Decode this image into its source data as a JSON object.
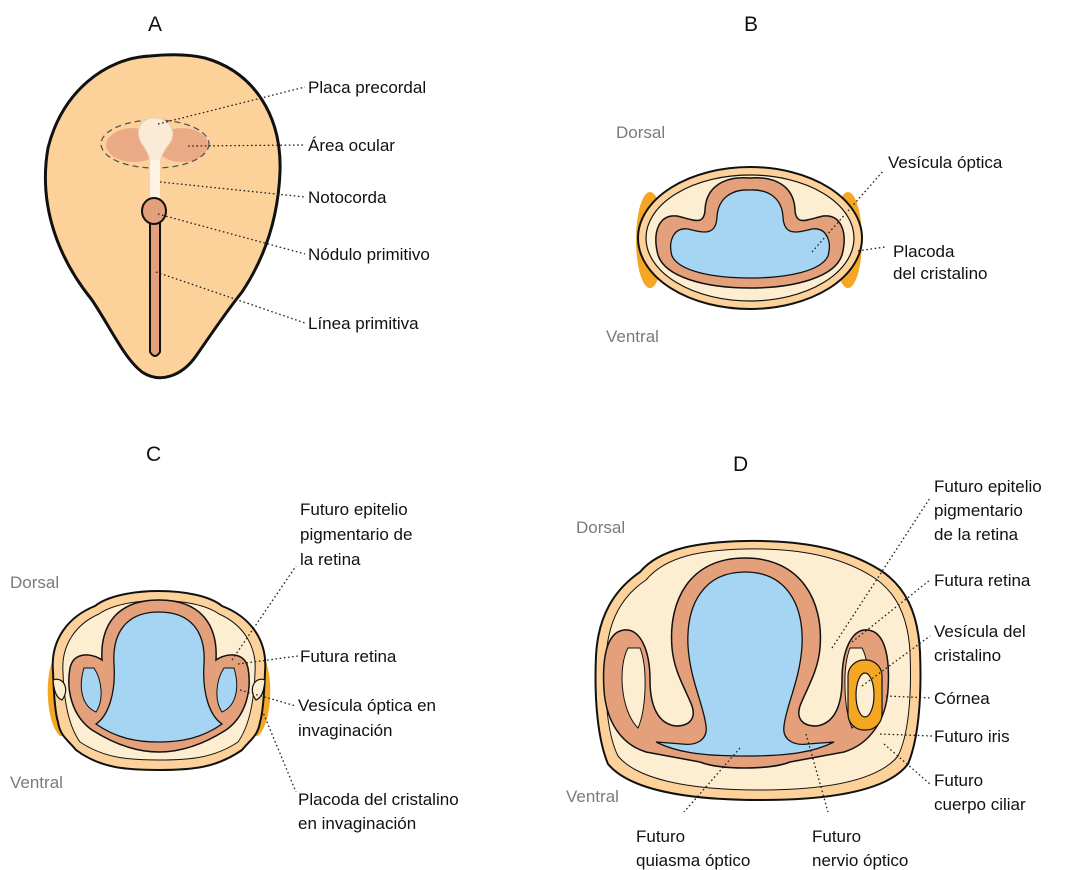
{
  "colors": {
    "skin": "#fcd29a",
    "outline": "#111111",
    "mesoderm": "#fdeed2",
    "neural_tissue": "#e3a07a",
    "lumen": "#a6d4f3",
    "ectoderm_thickening": "#f5a623",
    "orientation_text": "#7a7a7a"
  },
  "panels": {
    "a": {
      "letter": "A",
      "labels": {
        "placa_precordal": "Placa precordal",
        "area_ocular": "Área ocular",
        "notocorda": "Notocorda",
        "nodulo": "Nódulo primitivo",
        "linea": "Línea primitiva"
      }
    },
    "b": {
      "letter": "B",
      "dorsal": "Dorsal",
      "ventral": "Ventral",
      "labels": {
        "vesicula_optica": "Vesícula óptica",
        "placoda": [
          "Placoda",
          "del cristalino"
        ]
      }
    },
    "c": {
      "letter": "C",
      "dorsal": "Dorsal",
      "ventral": "Ventral",
      "labels": {
        "epitelio": [
          "Futuro epitelio",
          "pigmentario de",
          "la retina"
        ],
        "retina": "Futura retina",
        "vesicula": [
          "Vesícula óptica en",
          "invaginación"
        ],
        "placoda": [
          "Placoda del cristalino",
          "en invaginación"
        ]
      }
    },
    "d": {
      "letter": "D",
      "dorsal": "Dorsal",
      "ventral": "Ventral",
      "labels": {
        "epitelio": [
          "Futuro epitelio",
          "pigmentario",
          "de la retina"
        ],
        "retina": "Futura retina",
        "vesicula_cristalino": [
          "Vesícula del",
          "cristalino"
        ],
        "cornea": "Córnea",
        "iris": "Futuro iris",
        "cuerpo_ciliar": [
          "Futuro",
          "cuerpo ciliar"
        ],
        "quiasma": [
          "Futuro",
          "quiasma óptico"
        ],
        "nervio": [
          "Futuro",
          "nervio óptico"
        ]
      }
    }
  }
}
